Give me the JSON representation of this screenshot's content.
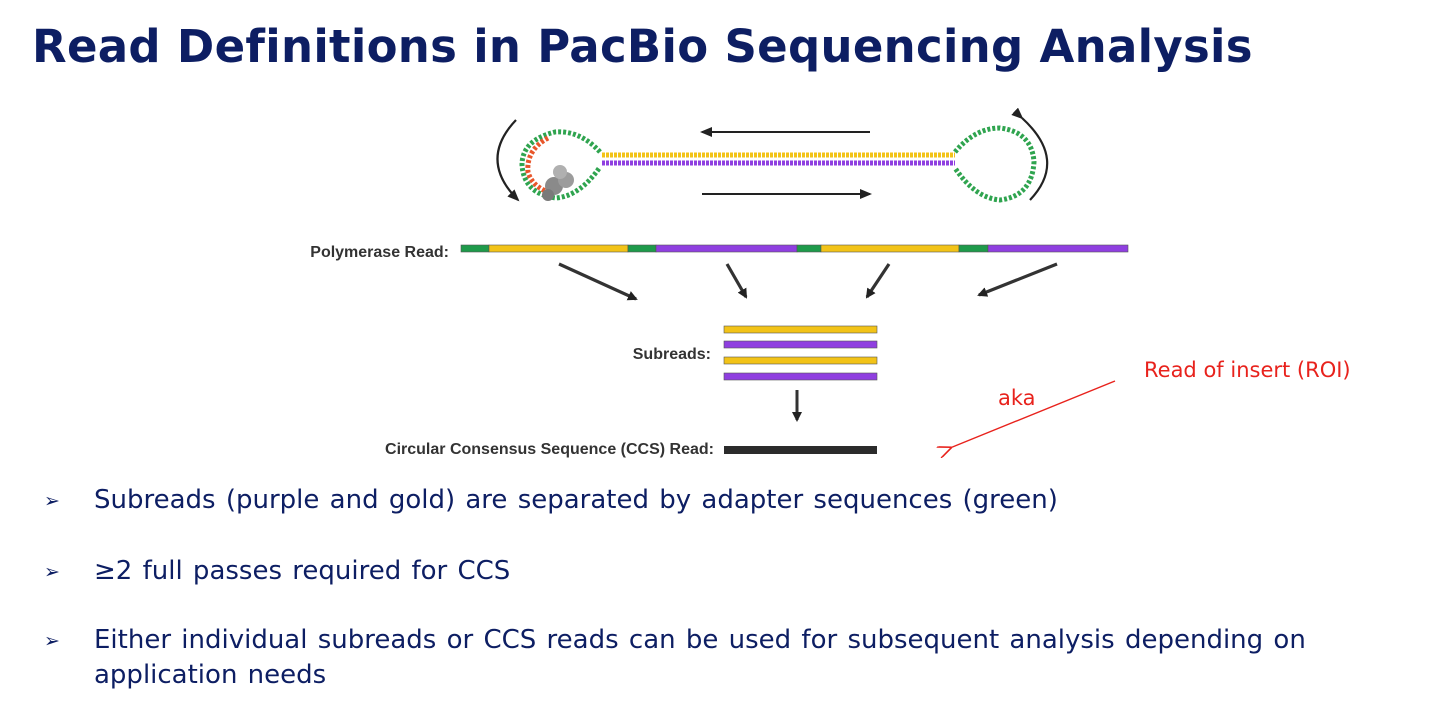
{
  "slide": {
    "title": "Read Definitions in PacBio Sequencing Analysis"
  },
  "diagram": {
    "labels": {
      "polymerase_read": "Polymerase Read:",
      "subreads": "Subreads:",
      "ccs_read": "Circular Consensus Sequence (CCS) Read:"
    },
    "annotations": {
      "roi": "Read of insert (ROI)",
      "aka": "aka"
    },
    "colors": {
      "adapter": "#1e9a4a",
      "gold": "#f2c318",
      "purple": "#8f3fe0",
      "ccs": "#2b2b2b",
      "annotation": "#e8221c",
      "title": "#0d1e63"
    }
  },
  "bullets": [
    {
      "marker": "➢",
      "text": "Subreads (purple and gold) are separated by adapter sequences (green)"
    },
    {
      "marker": "➢",
      "text": "≥2 full passes required for CCS"
    },
    {
      "marker": "➢",
      "text": "Either individual subreads or CCS reads can be used for subsequent analysis depending on application needs"
    }
  ]
}
